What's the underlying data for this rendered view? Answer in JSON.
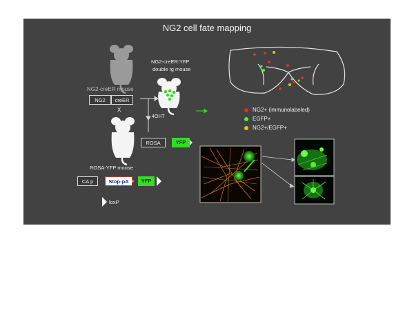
{
  "title": "NG2 cell fate mapping",
  "mice": {
    "ng2_creer": {
      "label": "NG2-creER mouse",
      "construct": [
        "NG2",
        "creER"
      ]
    },
    "cross_symbol": "X",
    "rosa_yfp": {
      "label": "ROSA-YFP mouse",
      "construct": [
        "CA p",
        "Stop-pA",
        "YFP"
      ],
      "loxp_label": "loxP"
    },
    "double": {
      "label_line1": "NG2-creER:YFP",
      "label_line2": "double tg mouse",
      "treatment": "4OHT",
      "construct": [
        "ROSA",
        "YFP"
      ]
    }
  },
  "legend": [
    {
      "label": "NG2+ (immunolabeled)",
      "color": "#e03020"
    },
    {
      "label": "EGFP+",
      "color": "#55ee33"
    },
    {
      "label": "NG2+/EGFP+",
      "color": "#e8c020"
    }
  ],
  "colors": {
    "background": "#424242",
    "mouse_gray": "#9a9a9a",
    "mouse_white": "#f4f4f4",
    "green": "#33dd22",
    "red": "#e03020"
  },
  "icons": [
    "mouse-icon",
    "spinal-cord-outline",
    "micrograph-image",
    "arrow-icon",
    "loxp-triangle-icon"
  ]
}
